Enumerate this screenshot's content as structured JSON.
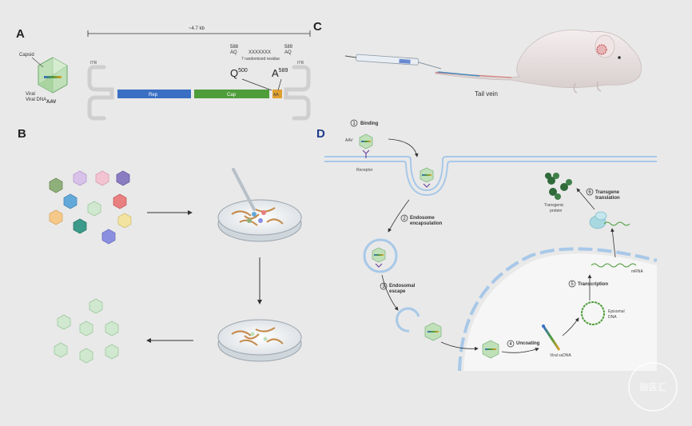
{
  "panels": {
    "a": "A",
    "b": "B",
    "c": "C",
    "d": "D"
  },
  "panel_a": {
    "length": "~4.7 kb",
    "capsid": "Capsid",
    "viral_dna": "Viral DNA",
    "aav": "AAV",
    "itr_left": "ITR",
    "itr_right": "ITR",
    "rep": "Rep",
    "cap": "Cap",
    "aa": "AA",
    "pos_588": "588",
    "aq_588": "AQ",
    "xxx": "XXXXXXX",
    "insert_note": "7 randomized residue",
    "pos_589": "589",
    "aq_589": "AQ",
    "q500": "Q",
    "q500_sup": "500",
    "a589": "A",
    "a589_sup": "589"
  },
  "panel_c": {
    "tail_vein": "Tail vein"
  },
  "panel_d": {
    "binding": "Binding",
    "aav": "AAV",
    "receptor": "Receptor",
    "endosome_1": "Endosome",
    "endosome_2": "encapsulation",
    "escape_1": "Endosomal",
    "escape_2": "escape",
    "uncoating": "Uncoating",
    "viral_ssdna": "Viral ssDNA",
    "episomal_1": "Episomal",
    "episomal_2": "DNA",
    "transcription": "Transcription",
    "mrna": "mRNA",
    "transgene_1": "Transgene",
    "transgene_2": "translation",
    "protein_1": "Transgenic",
    "protein_2": "protein",
    "steps": [
      "1",
      "2",
      "3",
      "4",
      "5",
      "6"
    ]
  },
  "watermark": "脑医汇",
  "colors": {
    "rep": "#3a6fc4",
    "cap": "#4f9d3a",
    "aa_box": "#e0a030",
    "membrane": "#a8c8e8",
    "capsid_green": "#bfe0b8"
  }
}
